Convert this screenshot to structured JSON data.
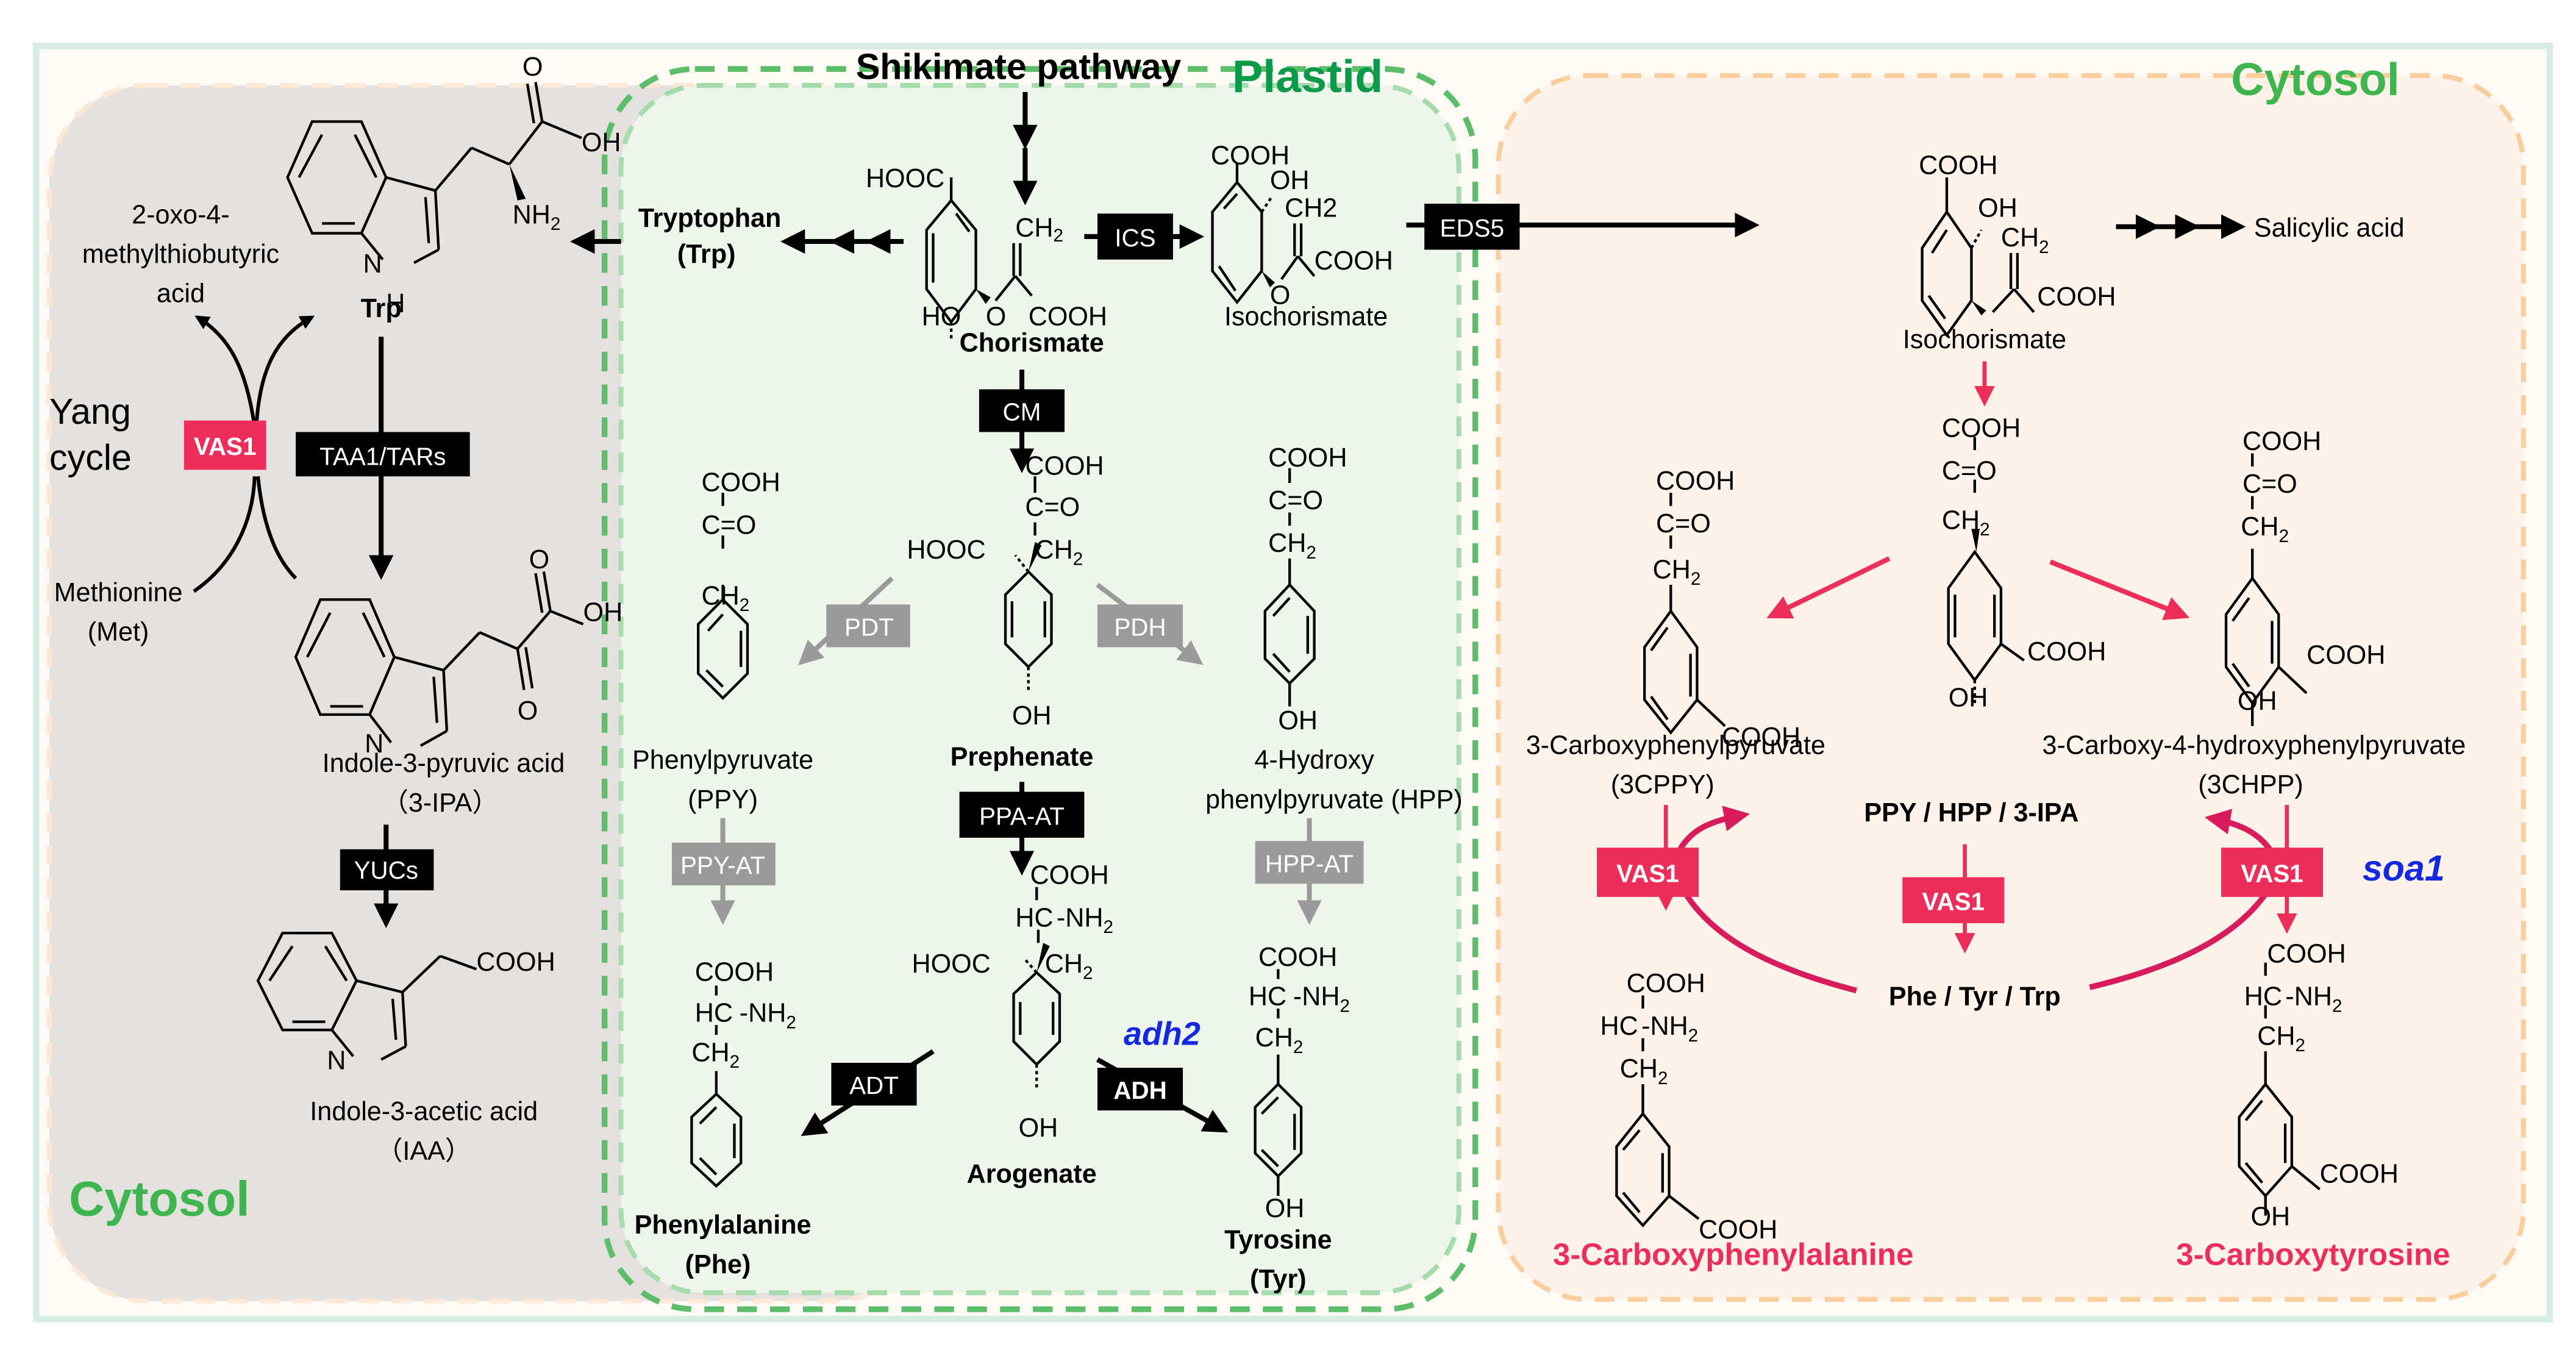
{
  "colors": {
    "outer_border": "#d7ece2",
    "outer_bg": "#fefaf6",
    "cytosol_left_bg": "#e4e1de",
    "cytosol_left_border": "#fbe8d6",
    "plastid_bg": "#eef6ec",
    "plastid_border_outer": "#5cbd6a",
    "plastid_border_inner": "#a6dbae",
    "cytosol_right_bg": "#fdf3ea",
    "cytosol_right_border": "#f9cf9f",
    "compartment_label_green": "#3fb54f",
    "plastid_label_green": "#0a9a4a",
    "enzyme_black": "#000000",
    "enzyme_gray": "#9a9a9a",
    "enzyme_pink": "#ee2e5a",
    "product_pink": "#ee2e5a",
    "mutant_blue": "#1428e0"
  },
  "compartments": {
    "left": "Cytosol",
    "plastid": "Plastid",
    "right": "Cytosol"
  },
  "header": {
    "shikimate": "Shikimate pathway"
  },
  "left_panel": {
    "trp_name": "Trp",
    "oxo_acid": [
      "2-oxo-4-",
      "methylthiobutyric",
      "acid"
    ],
    "yang_cycle": [
      "Yang",
      "cycle"
    ],
    "methionine": [
      "Methionine",
      "(Met)"
    ],
    "ipa": [
      "Indole-3-pyruvic acid",
      "（3-IPA）"
    ],
    "iaa": [
      "Indole-3-acetic acid",
      "（IAA）"
    ],
    "enzymes": {
      "vas1": "VAS1",
      "taa1": "TAA1/TARs",
      "yucs": "YUCs"
    }
  },
  "plastid_panel": {
    "tryptophan": [
      "Tryptophan",
      "(Trp)"
    ],
    "chorismate": "Chorismate",
    "isochorismate": "Isochorismate",
    "prephenate": "Prephenate",
    "ppy": [
      "Phenylpyruvate",
      "(PPY)"
    ],
    "hpp": [
      "4-Hydroxy",
      "phenylpyruvate (HPP)"
    ],
    "arogenate": "Arogenate",
    "phe": [
      "Phenylalanine",
      "(Phe)"
    ],
    "tyr": [
      "Tyrosine",
      "(Tyr)"
    ],
    "mutant": "adh2",
    "enzymes": {
      "ics": "ICS",
      "eds5": "EDS5",
      "cm": "CM",
      "pdt": "PDT",
      "pdh": "PDH",
      "ppa_at": "PPA-AT",
      "ppy_at": "PPY-AT",
      "hpp_at": "HPP-AT",
      "adt": "ADT",
      "adh": "ADH"
    }
  },
  "right_panel": {
    "isochorismate": "Isochorismate",
    "salicylic_acid": "Salicylic acid",
    "cppy": [
      "3-Carboxyphenylpyruvate",
      "(3CPPY)"
    ],
    "chpp": [
      "3-Carboxy-4-hydroxyphenylpyruvate",
      "(3CHPP)"
    ],
    "keto_donors": "PPY / HPP / 3-IPA",
    "amino_acids": "Phe / Tyr / Trp",
    "product_left": "3-Carboxyphenylalanine",
    "product_right": "3-Carboxytyrosine",
    "mutant": "soa1",
    "enzymes": {
      "vas1_left": "VAS1",
      "vas1_mid": "VAS1",
      "vas1_right": "VAS1"
    }
  },
  "chem": {
    "cooh": "COOH",
    "hooc": "HOOC",
    "oh": "OH",
    "ho": "HO",
    "o": "O",
    "ch2": "CH",
    "sub2": "2",
    "nh2": "NH",
    "nh": "N",
    "h": "H",
    "co": "C=O",
    "hc": "HC",
    "dash_nh2": "-NH",
    "ch2_full": "CH2"
  }
}
